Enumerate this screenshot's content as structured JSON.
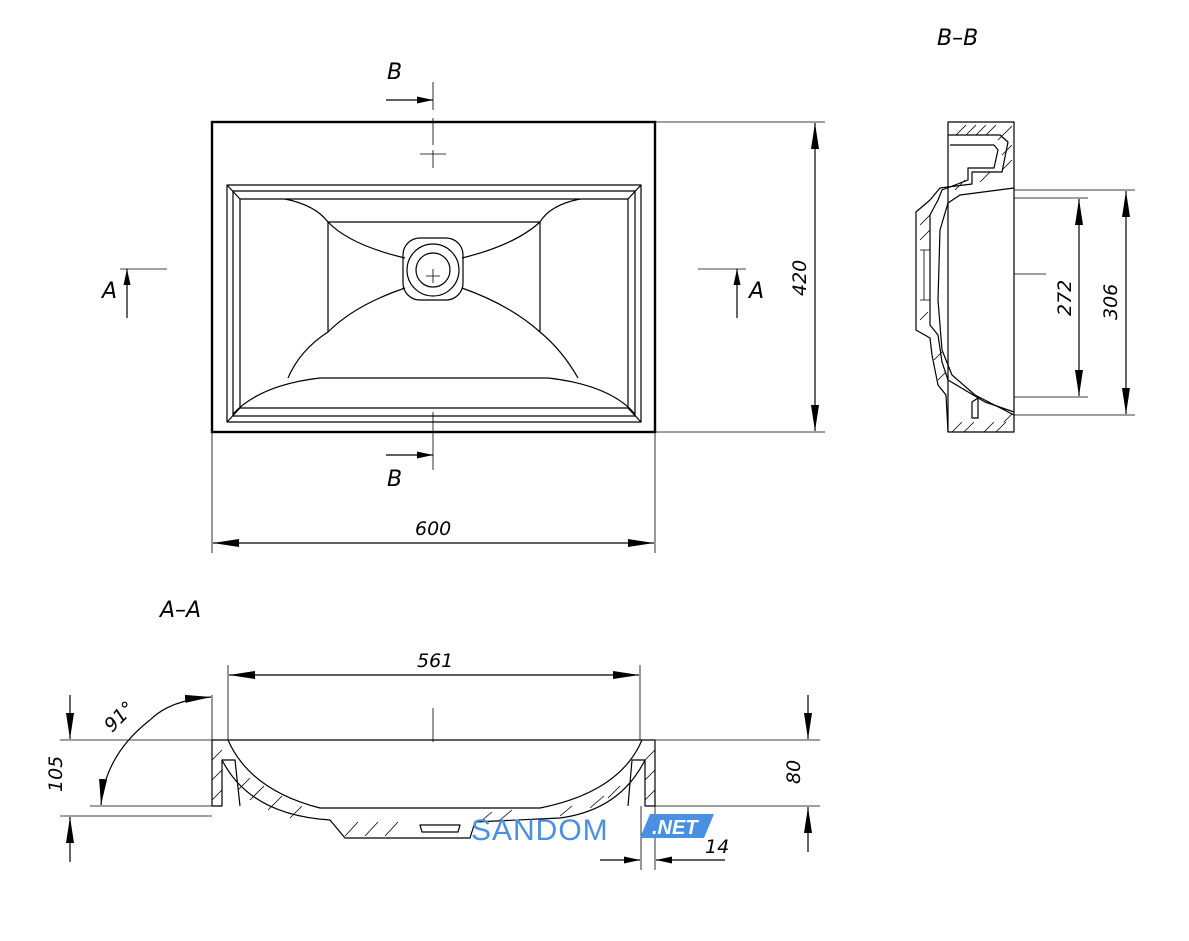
{
  "views": {
    "section_bb_title": "B–B",
    "section_aa_title": "A–A"
  },
  "markers": {
    "section_b": "B",
    "section_a": "A"
  },
  "dimensions": {
    "overall_width": "600",
    "overall_depth": "420",
    "bowl_depth_inner": "272",
    "bowl_depth_outer": "306",
    "bowl_width": "561",
    "total_height": "105",
    "rim_height": "80",
    "wall_thickness": "14",
    "angle": "91°"
  },
  "watermark": {
    "brand": "SANDOM",
    "suffix": ".NET",
    "color": "#4a90e2"
  }
}
